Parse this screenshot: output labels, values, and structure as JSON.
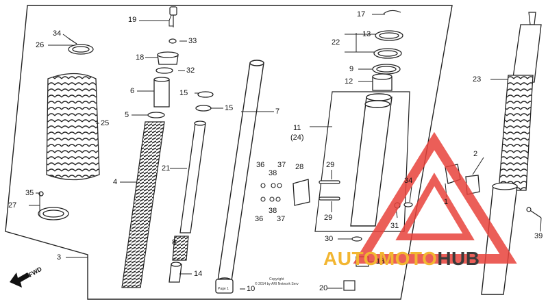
{
  "callouts": {
    "c1": "1",
    "c2": "2",
    "c3": "3",
    "c4": "4",
    "c5": "5",
    "c6": "6",
    "c7": "7",
    "c8": "8",
    "c9": "9",
    "c10": "10",
    "c11": "11",
    "c11b": "(24)",
    "c12": "12",
    "c13": "13",
    "c14": "14",
    "c15a": "15",
    "c15b": "15",
    "c16": "16",
    "c17": "17",
    "c18": "18",
    "c19": "19",
    "c20": "20",
    "c21": "21",
    "c22": "22",
    "c23": "23",
    "c25": "25",
    "c26": "26",
    "c27": "27",
    "c28": "28",
    "c29a": "29",
    "c29b": "29",
    "c30": "30",
    "c31": "31",
    "c32": "32",
    "c33": "33",
    "c34a": "34",
    "c34b": "34",
    "c35": "35",
    "c36a": "36",
    "c36b": "36",
    "c37a": "37",
    "c37b": "37",
    "c38a": "38",
    "c38b": "38",
    "c39": "39"
  },
  "fwd_label": "FWD",
  "copyright": {
    "line1": "Copyright",
    "line2": "© 2014 by ARI Network Serv",
    "line3": "Page 1"
  },
  "watermark": {
    "brand_part1": "AUTO",
    "brand_part2": "MOTO",
    "brand_part3": "HUB",
    "color_red": "#e8423b",
    "color_yellow": "#f2b632",
    "color_dark": "#3a3a3a"
  }
}
